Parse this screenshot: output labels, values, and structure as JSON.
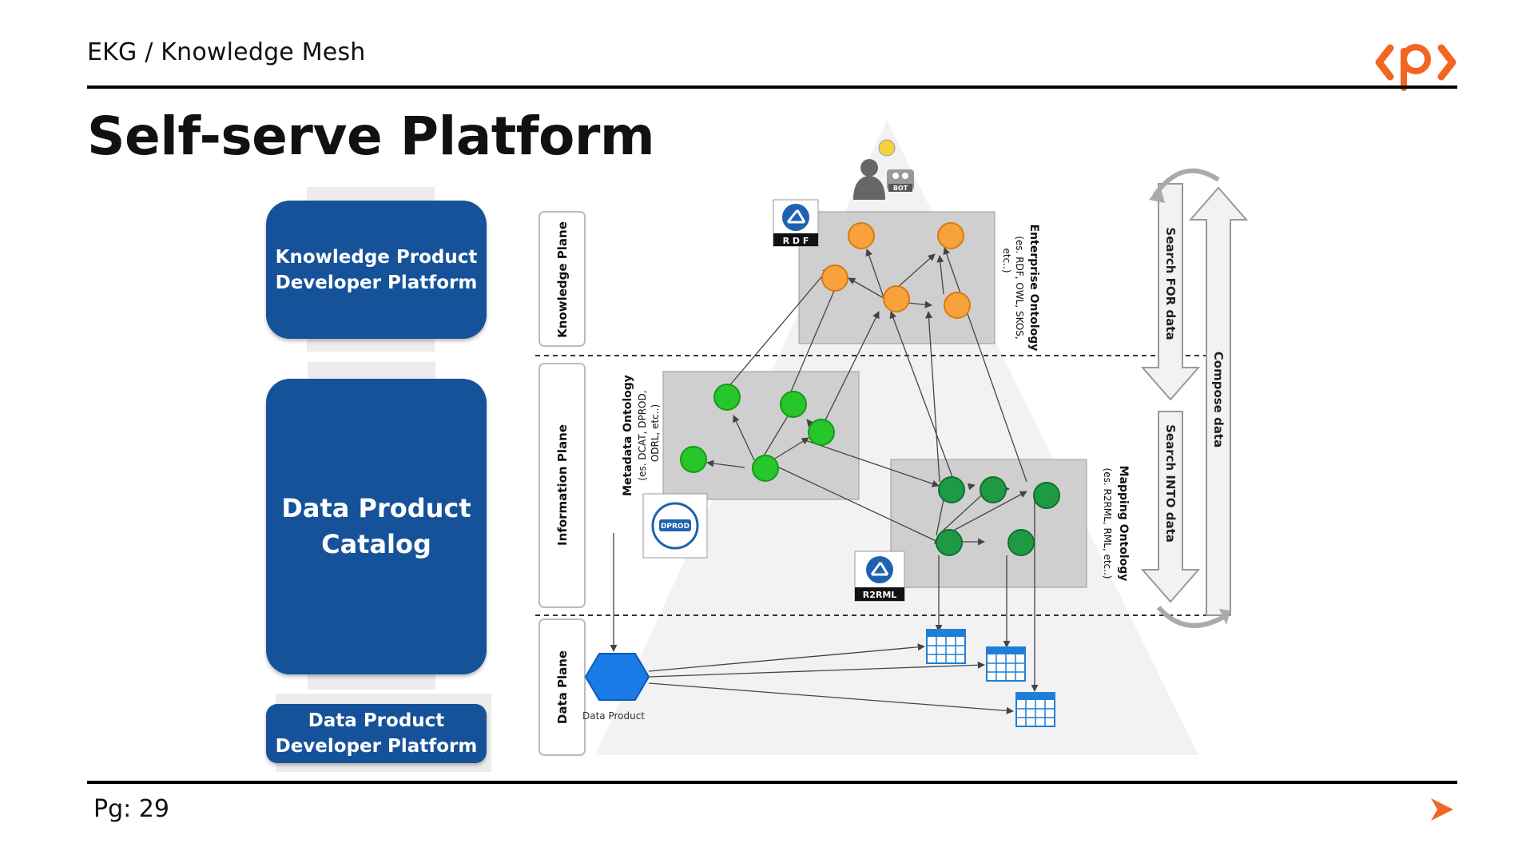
{
  "header": {
    "breadcrumb": "EKG / Knowledge Mesh",
    "title": "Self-serve Platform",
    "logo_text": "‹p›"
  },
  "footer": {
    "page_label": "Pg: 29"
  },
  "colors": {
    "accent_orange": "#f26522",
    "pill_blue": "#15529a",
    "knowledge_node": "#f7a23a",
    "information_node": "#27c62a",
    "mapping_node": "#1e9a45",
    "data_product": "#1a7ae6"
  },
  "platforms": {
    "knowledge_product": "Knowledge Product\nDeveloper Platform",
    "data_product_catalog": "Data Product\nCatalog",
    "data_product_developer": "Data Product\nDeveloper Platform"
  },
  "diagram": {
    "planes": {
      "knowledge": "Knowledge Plane",
      "information": "Information Plane",
      "data": "Data Plane"
    },
    "enterprise_ontology": {
      "title": "Enterprise Ontology",
      "detail_1": "(es. RDF, OWL, SKOS,",
      "detail_2": "etc..)"
    },
    "metadata_ontology": {
      "title": "Metadata Ontology",
      "detail_1": "(es. DCAT, DPROD,",
      "detail_2": "ODRL, etc..)"
    },
    "mapping_ontology": {
      "title": "Mapping Ontology",
      "detail_1": "(es. R2RML, RML, etc..)"
    },
    "badges": {
      "rdf": "R D F",
      "dprod": "DPROD",
      "r2rml": "R2RML",
      "bot": "BOT"
    },
    "data_product_label": "Data Product",
    "search_for": "Search FOR data",
    "search_into": "Search INTO data",
    "compose": "Compose data"
  }
}
